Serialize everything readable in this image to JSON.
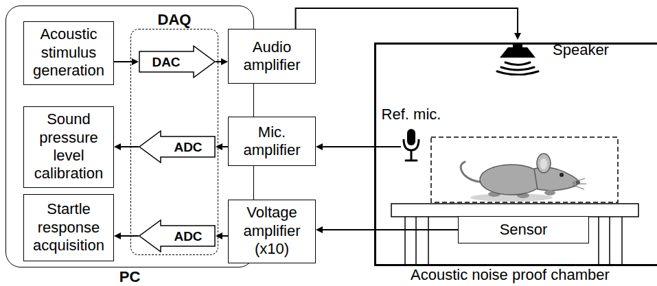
{
  "diagram": {
    "nodes": [
      {
        "text": [
          "PC"
        ]
      },
      {
        "text": [
          "DAQ"
        ],
        "in": 0
      },
      {
        "text": [
          "Acoustic stimulus generation"
        ],
        "in": 0
      },
      {
        "text": [
          "DAC"
        ],
        "in": 1
      },
      {
        "text": [
          "Sound pressure level calibration"
        ],
        "in": 0
      },
      {
        "text": [
          "ADC"
        ],
        "in": 1
      },
      {
        "text": [
          "Startle response acquisition"
        ],
        "in": 0
      },
      {
        "text": [
          "ADC"
        ],
        "in": 1
      },
      {
        "text": [
          "Audio amplifier"
        ]
      },
      {
        "text": [
          "Mic. amplifier"
        ]
      },
      {
        "text": [
          "Voltage amplifier (x10)"
        ]
      },
      {
        "text": [
          "Acoustic noise proof chamber"
        ]
      },
      {
        "text": [
          "Speaker"
        ],
        "in": 11
      },
      {
        "text": [
          "Ref. mic."
        ],
        "in": 11
      },
      {
        "text": [
          "Sensor"
        ],
        "in": 11
      }
    ],
    "edges": [
      {
        "from": 2,
        "to": 3,
        "arrow": "to"
      },
      {
        "from": 3,
        "to": 8,
        "arrow": "to"
      },
      {
        "from": 8,
        "to": 12,
        "arrow": "to"
      },
      {
        "from": 5,
        "to": 4,
        "arrow": "to"
      },
      {
        "from": 9,
        "to": 5,
        "arrow": "to"
      },
      {
        "from": 13,
        "to": 9,
        "arrow": "to"
      },
      {
        "from": 7,
        "to": 6,
        "arrow": "to"
      },
      {
        "from": 10,
        "to": 7,
        "arrow": "to"
      },
      {
        "from": 14,
        "to": 10,
        "arrow": "to"
      }
    ]
  }
}
